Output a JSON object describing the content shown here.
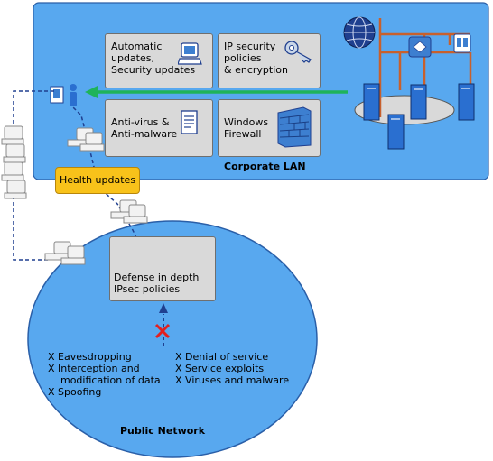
{
  "corporate_lan": {
    "title": "Corporate LAN",
    "boxes": [
      {
        "label": "Automatic\nupdates,\nSecurity updates",
        "icon": "laptop-icon"
      },
      {
        "label": "IP security\npolicies\n& encryption",
        "icon": "key-icon"
      },
      {
        "label": "Anti-virus &\nAnti-malware",
        "icon": "document-icon"
      },
      {
        "label": "Windows\nFirewall",
        "icon": "firewall-icon"
      }
    ]
  },
  "health_updates": "Health updates",
  "public_network": {
    "title": "Public Network",
    "defense_box": "Defense in depth\nIPsec policies",
    "threats_left": [
      "X Eavesdropping",
      "X Interception and\n    modification of data",
      "X Spoofing"
    ],
    "threats_right": [
      "X Denial of service",
      "X Service exploits",
      "X Viruses and malware"
    ]
  },
  "colors": {
    "lan_fill": "#58a8ef",
    "public_fill": "#58a8ef",
    "box_fill": "#d9d9d9",
    "health_fill": "#f8c21a",
    "green_arrow": "#1fb35a",
    "orange_line": "#c8602c",
    "dashed_line": "#1f3f8f",
    "blocked_x": "#e32020"
  }
}
